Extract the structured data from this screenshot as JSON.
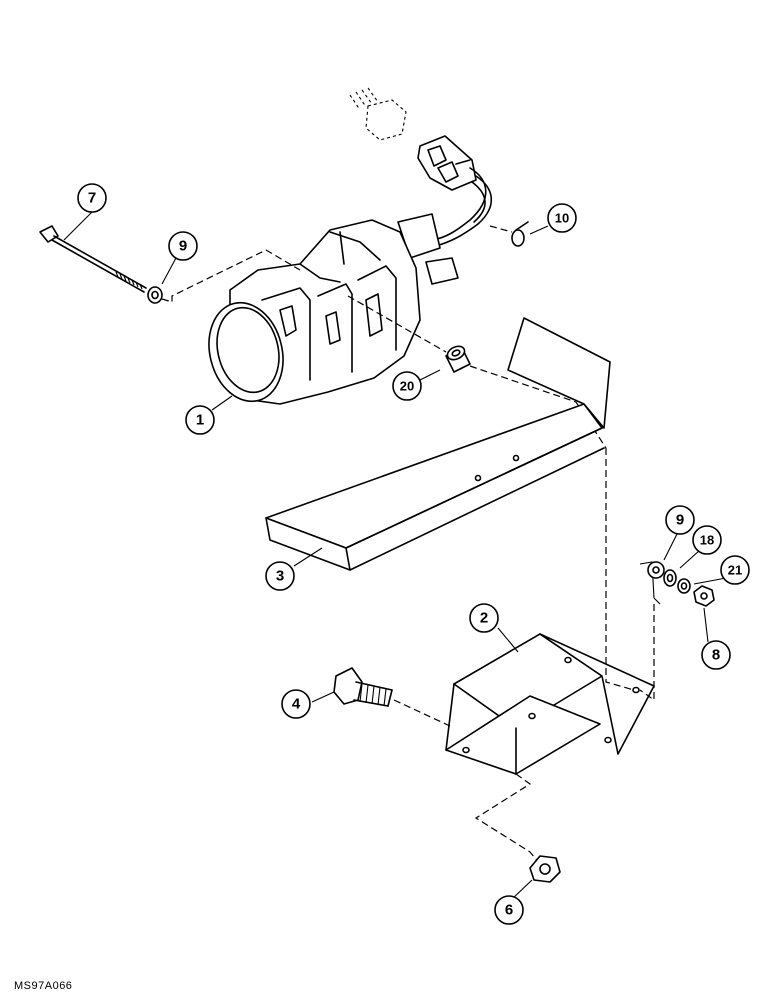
{
  "diagram": {
    "drawing_code": "MS97A066",
    "callouts": [
      {
        "id": "1",
        "label": "1"
      },
      {
        "id": "2",
        "label": "2"
      },
      {
        "id": "3",
        "label": "3"
      },
      {
        "id": "4",
        "label": "4"
      },
      {
        "id": "6",
        "label": "6"
      },
      {
        "id": "7",
        "label": "7"
      },
      {
        "id": "8",
        "label": "8"
      },
      {
        "id": "9a",
        "label": "9"
      },
      {
        "id": "9b",
        "label": "9"
      },
      {
        "id": "10",
        "label": "10"
      },
      {
        "id": "18",
        "label": "18"
      },
      {
        "id": "20",
        "label": "20"
      },
      {
        "id": "21",
        "label": "21"
      }
    ]
  }
}
